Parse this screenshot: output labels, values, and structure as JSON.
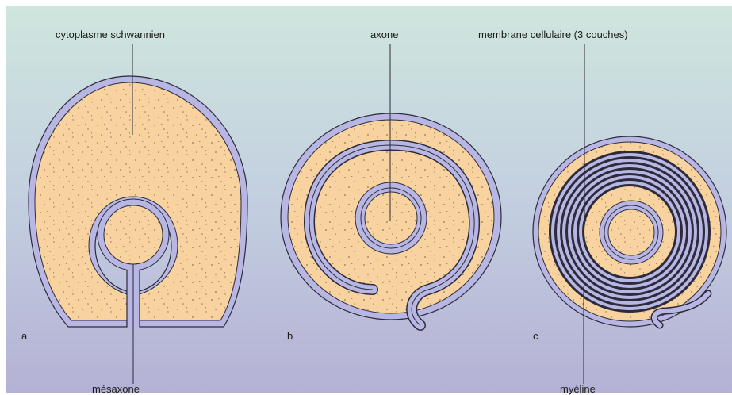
{
  "labels": {
    "cytoplasm": "cytoplasme schwannien",
    "axon": "axone",
    "membrane": "membrane cellulaire (3 couches)",
    "mesaxon": "mésaxone",
    "myelin": "myéline"
  },
  "panels": {
    "a": "a",
    "b": "b",
    "c": "c"
  },
  "colors": {
    "background_top": "#cfe6dd",
    "background_bottom": "#b4b1d5",
    "cytoplasm": "#f8d3a0",
    "membrane": "#b8b6e2",
    "outline": "#2b2b3b",
    "stipple": "#6a5a48"
  }
}
